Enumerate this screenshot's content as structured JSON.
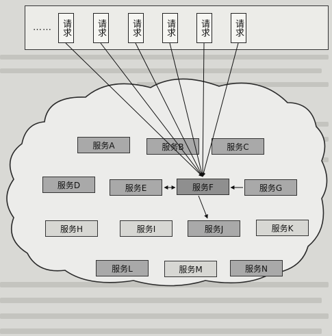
{
  "requests": {
    "ellipsis": "……",
    "items": [
      {
        "label": "请求"
      },
      {
        "label": "请求"
      },
      {
        "label": "请求"
      },
      {
        "label": "请求"
      },
      {
        "label": "请求"
      },
      {
        "label": "请求"
      }
    ]
  },
  "services": {
    "A": "服务A",
    "B": "服务B",
    "C": "服务C",
    "D": "服务D",
    "E": "服务E",
    "F": "服务F",
    "G": "服务G",
    "H": "服务H",
    "I": "服务I",
    "J": "服务J",
    "K": "服务K",
    "L": "服务L",
    "M": "服务M",
    "N": "服务N"
  }
}
